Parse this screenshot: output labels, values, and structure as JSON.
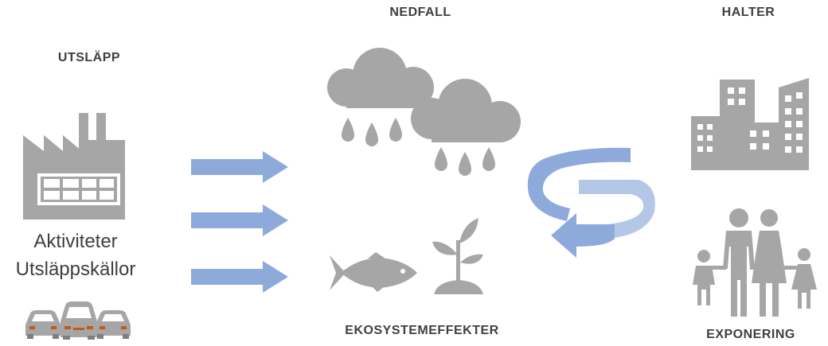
{
  "headings": {
    "utslapp": "UTSLÄPP",
    "nedfall": "NEDFALL",
    "halter": "HALTER",
    "ekosystemeffekter": "EKOSYSTEMEFFEKTER",
    "exponering": "EXPONERING"
  },
  "sources": {
    "line1": "Aktiviteter",
    "line2": "Utsläppskällor"
  },
  "colors": {
    "icon_gray": "#a6a6a6",
    "arrow_blue": "#8eaadb",
    "cycle_blue_dark": "#8eaadb",
    "cycle_blue_light": "#b4c7e7",
    "heading_text": "#3f3f3f",
    "car_light": "#c55a11"
  },
  "icons": [
    "factory-icon",
    "cars-icon",
    "flow-arrow-icon",
    "rain-cloud-icon",
    "fish-icon",
    "plant-icon",
    "cycle-arrows-icon",
    "buildings-icon",
    "family-icon"
  ]
}
